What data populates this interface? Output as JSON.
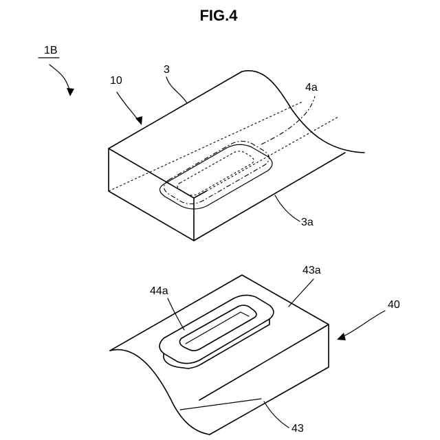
{
  "figure": {
    "title": "FIG.4"
  },
  "labels": {
    "assembly": "1B",
    "upper_block_ref": "10",
    "upper_body": "3",
    "upper_body_face": "3a",
    "upper_recess": "4a",
    "lower_block_ref": "40",
    "lower_body": "43",
    "lower_top_face": "43a",
    "lower_protrusion": "44a"
  }
}
